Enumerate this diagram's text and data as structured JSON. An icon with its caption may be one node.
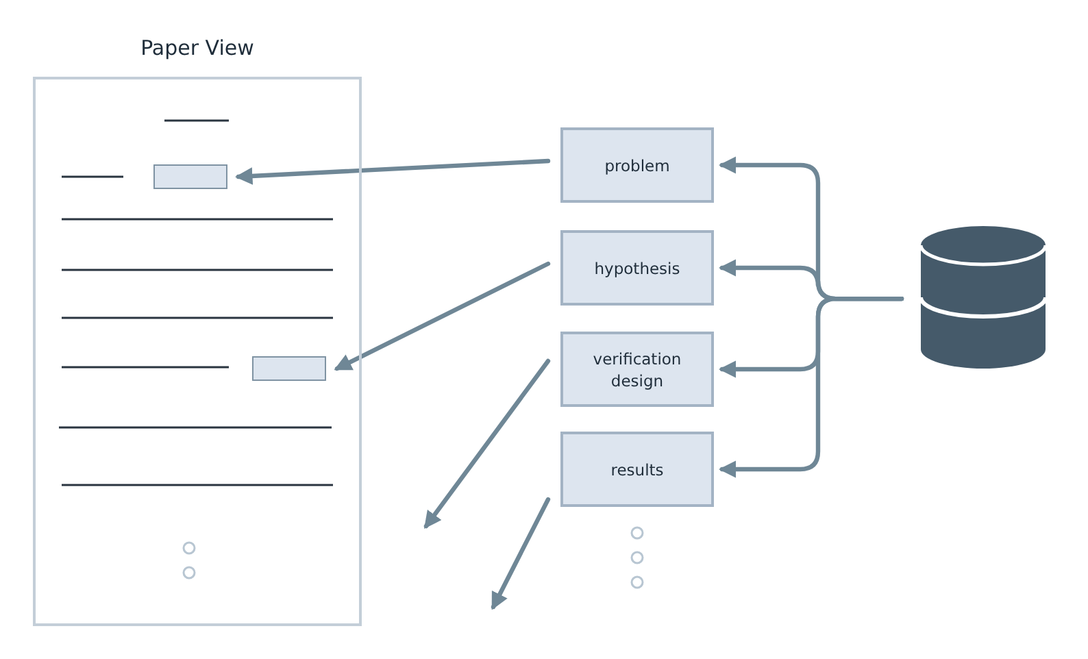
{
  "diagram": {
    "nodes": [
      {
        "text": [
          "Paper View"
        ]
      },
      {
        "text": [],
        "shape": "box",
        "in": 0
      },
      {
        "text": [],
        "shape": "box",
        "in": 0
      },
      {
        "text": [
          "problem"
        ]
      },
      {
        "text": [
          "hypothesis"
        ]
      },
      {
        "text": [
          "verification design"
        ]
      },
      {
        "text": [
          "results"
        ]
      },
      {
        "text": [],
        "shape": "cylinder"
      }
    ],
    "edges": [
      {
        "from": 3,
        "to": 1,
        "arrow": "to"
      },
      {
        "from": 4,
        "to": 2,
        "arrow": "to"
      },
      {
        "from": 5,
        "to": null,
        "arrow": "to"
      },
      {
        "from": 6,
        "to": null,
        "arrow": "to"
      },
      {
        "from": 7,
        "to": 3,
        "arrow": "to"
      },
      {
        "from": 7,
        "to": 4,
        "arrow": "to"
      },
      {
        "from": 7,
        "to": 5,
        "arrow": "to"
      },
      {
        "from": 7,
        "to": 6,
        "arrow": "to"
      }
    ]
  }
}
